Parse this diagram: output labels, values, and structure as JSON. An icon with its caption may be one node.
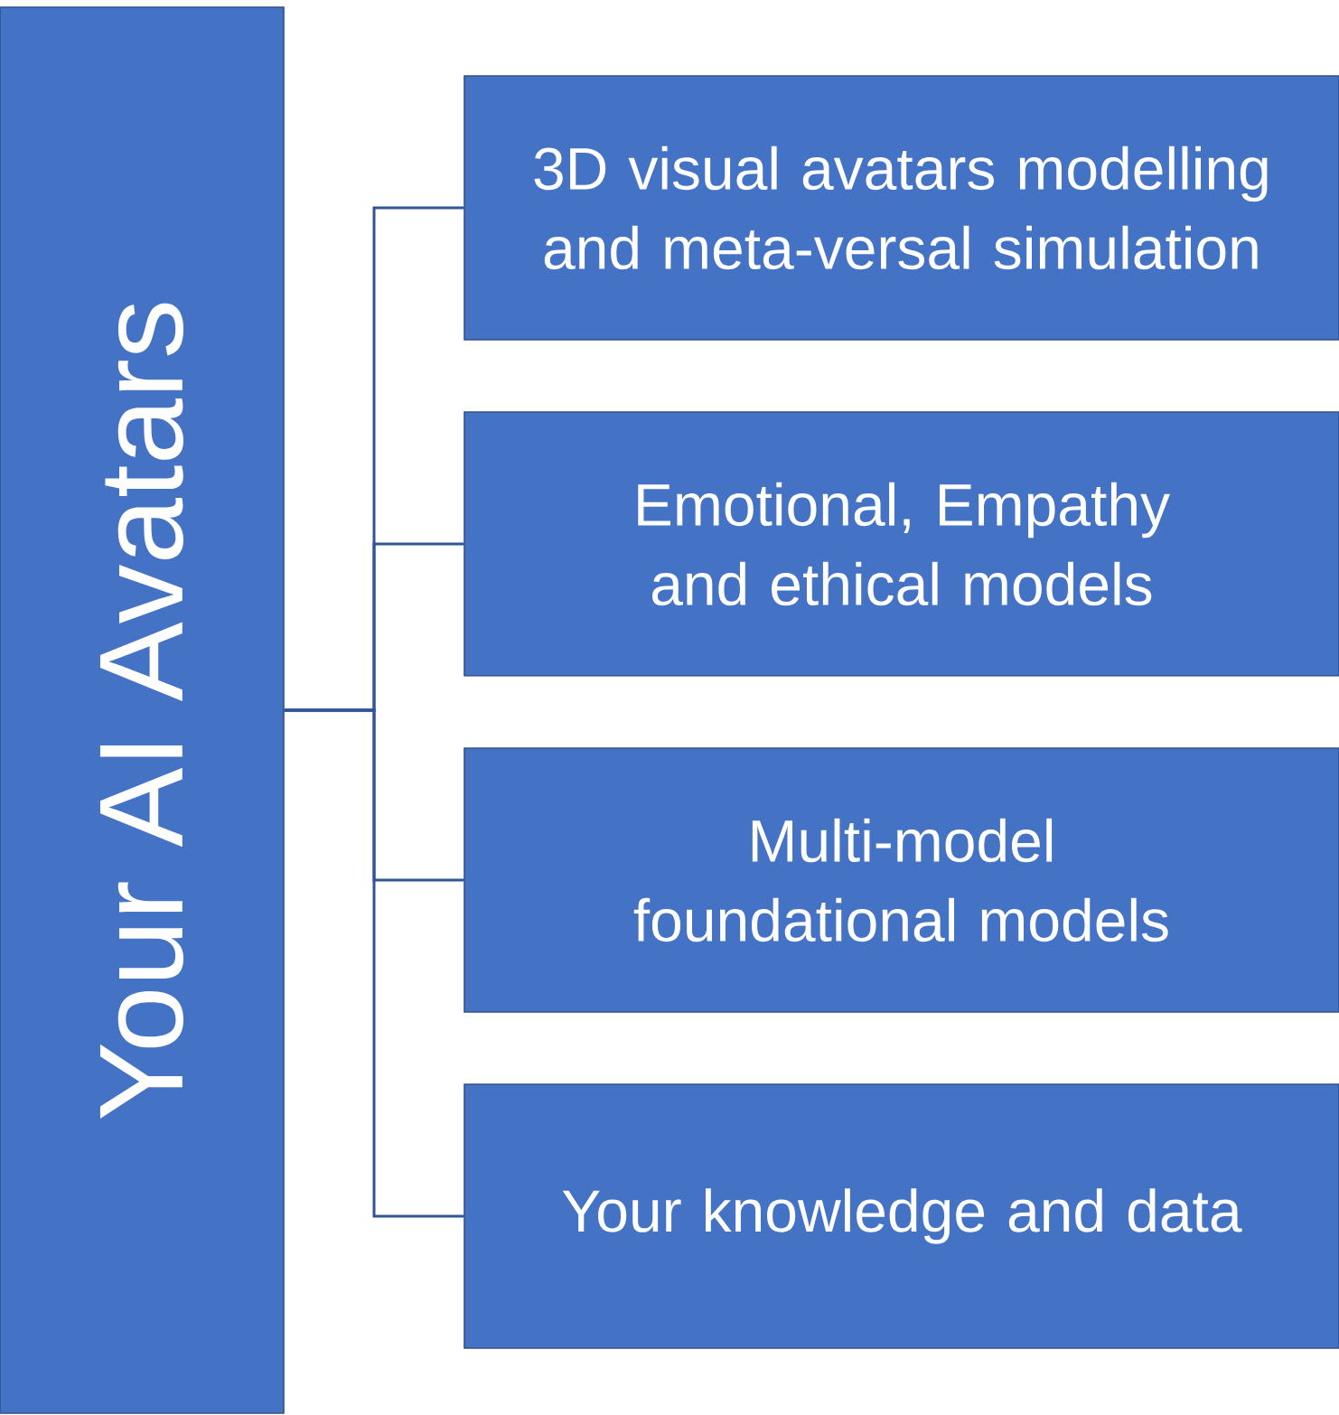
{
  "diagram": {
    "nodes": [
      {
        "text": [
          "Your AI Avatars"
        ]
      },
      {
        "text": [
          "3D visual avatars modelling and meta-versal simulation"
        ]
      },
      {
        "text": [
          "Emotional, Empathy  and ethical models"
        ]
      },
      {
        "text": [
          "Multi-model foundational models"
        ]
      },
      {
        "text": [
          "Your knowledge and data"
        ]
      }
    ],
    "edges": [
      {
        "from": 0,
        "to": 1,
        "arrow": "none"
      },
      {
        "from": 0,
        "to": 2,
        "arrow": "none"
      },
      {
        "from": 0,
        "to": 3,
        "arrow": "none"
      },
      {
        "from": 0,
        "to": 4,
        "arrow": "none"
      }
    ]
  }
}
